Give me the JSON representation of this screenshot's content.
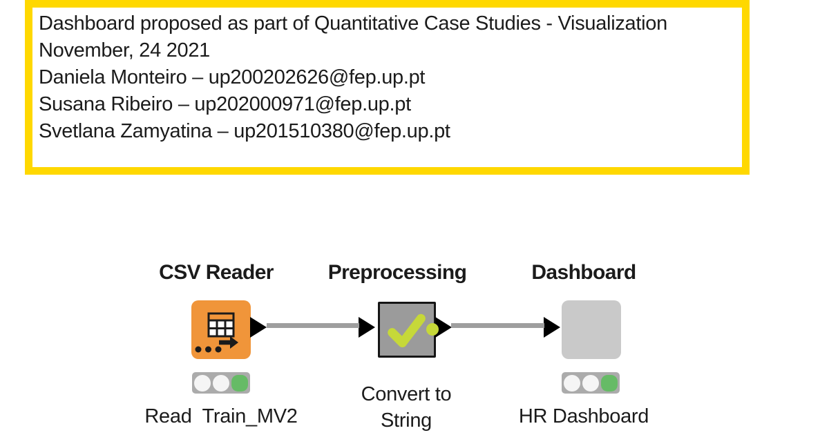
{
  "colors": {
    "accent-yellow": "#FFD800",
    "node-orange": "#F0953A",
    "node-gray": "#9B9B9B",
    "node-light-gray": "#C9C9C9",
    "lime-green": "#C6D839",
    "wire-gray": "#9E9E9E",
    "traffic-bar-gray": "#ABABAB",
    "traffic-off": "#F5F5F5",
    "traffic-green": "#66BB66",
    "text-dark": "#1B1B1B"
  },
  "note": {
    "lines": [
      "Dashboard proposed as part of Quantitative Case Studies - Visualization",
      "November, 24 2021",
      "Daniela Monteiro – up200202626@fep.up.pt",
      "Susana Ribeiro – up202000971@fep.up.pt",
      "Svetlana Zamyatina – up201510380@fep.up.pt"
    ]
  },
  "workflow": {
    "nodes": [
      {
        "title": "CSV Reader",
        "label": "Read  Train_MV2",
        "icon": "table-export-icon",
        "traffic_light": "green"
      },
      {
        "title": "Preprocessing",
        "label": "Convert to\nString",
        "icon": "checkmark-icon"
      },
      {
        "title": "Dashboard",
        "label": "HR Dashboard",
        "traffic_light": "green"
      }
    ]
  }
}
